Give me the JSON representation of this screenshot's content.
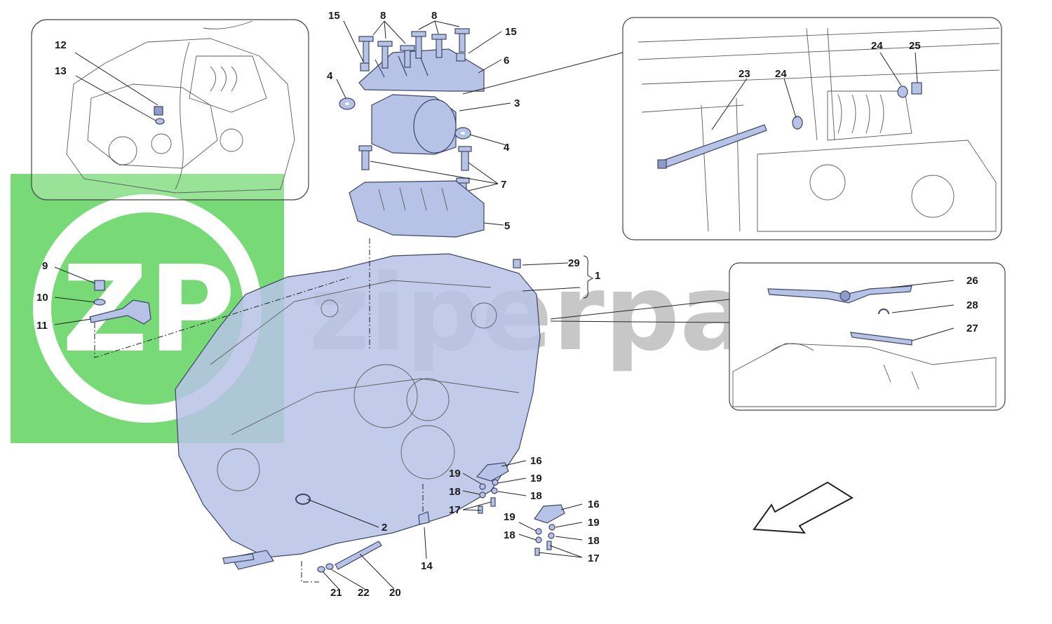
{
  "watermark": {
    "logo_text": "ZP",
    "brand_text": "ziperparts",
    "logo_color": "#5fd35f"
  },
  "callouts": {
    "c1": "1",
    "c2": "2",
    "c3": "3",
    "c4a": "4",
    "c4b": "4",
    "c5": "5",
    "c6": "6",
    "c7": "7",
    "c8a": "8",
    "c8b": "8",
    "c9": "9",
    "c10": "10",
    "c11": "11",
    "c12": "12",
    "c13": "13",
    "c14": "14",
    "c15a": "15",
    "c15b": "15",
    "c16a": "16",
    "c16b": "16",
    "c17a": "17",
    "c17b": "17",
    "c18a": "18",
    "c18b": "18",
    "c18c": "18",
    "c18d": "18",
    "c19a": "19",
    "c19b": "19",
    "c19c": "19",
    "c19d": "19",
    "c20": "20",
    "c21": "21",
    "c22": "22",
    "c23": "23",
    "c24a": "24",
    "c24b": "24",
    "c25": "25",
    "c26": "26",
    "c27": "27",
    "c28": "28",
    "c29": "29"
  },
  "colors": {
    "part_fill": "#b7c3e6",
    "part_stroke": "#3d4566"
  },
  "icons": {
    "direction": "direction-arrow-icon"
  }
}
